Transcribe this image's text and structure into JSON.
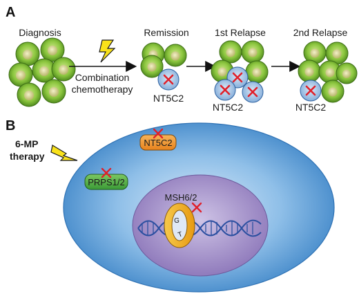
{
  "panel_a": {
    "letter": "A",
    "stages": {
      "diagnosis": "Diagnosis",
      "remission": "Remission",
      "first_relapse": "1st Relapse",
      "second_relapse": "2nd Relapse"
    },
    "treatment_line1": "Combination",
    "treatment_line2": "chemotherapy",
    "mutant_label_remission": "NT5C2",
    "mutant_label_first_relapse": "NT5C2",
    "mutant_label_second_relapse": "NT5C2"
  },
  "panel_b": {
    "letter": "B",
    "therapy_line1": "6-MP",
    "therapy_line2": "therapy",
    "protein_nt5c2": "NT5C2",
    "protein_prps": "PRPS1/2",
    "repair_complex": "MSH6/2",
    "base_g": "G",
    "base_t": "T"
  },
  "colors": {
    "normal_cell": "#8cc63f",
    "mutant_cell": "#a9c6e8",
    "x_mark": "#e0202a",
    "cell_body": "#5aa0d6",
    "nucleus": "#a08cc4",
    "nt5c2_box": "#f29a2e",
    "prps_box": "#4fae4a",
    "msh_ring": "#f6b021",
    "dna": "#2b4fa0",
    "lightning": "#f9e21a"
  }
}
